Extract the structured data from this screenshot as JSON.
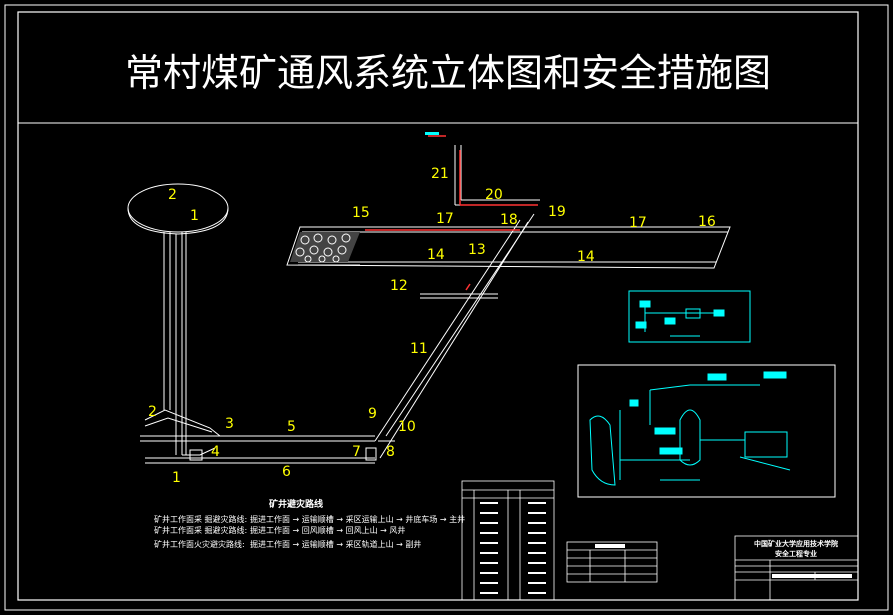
{
  "drawing": {
    "title": "常村煤矿通风系统立体图和安全措施图",
    "colors": {
      "background": "#000000",
      "frame": "#ffffff",
      "label": "#ffff00",
      "airway": "#ffffff",
      "fresh_air_line": "#ff3333",
      "cyan_detail": "#00ffff"
    },
    "node_labels": [
      "1",
      "2",
      "3",
      "4",
      "5",
      "6",
      "7",
      "8",
      "9",
      "10",
      "11",
      "12",
      "13",
      "14",
      "14",
      "15",
      "16",
      "17",
      "17",
      "18",
      "19",
      "20",
      "21",
      "2",
      "1"
    ],
    "escape_route": {
      "title": "矿井避灾路线",
      "rows": [
        [
          "矿井工作面采 掘避灾路线:",
          "掘进工作面 → 运输顺槽 → 采区运输上山 → 井底车场 → 主井"
        ],
        [
          "矿井工作面采 掘避灾路线:",
          "掘进工作面 → 回风顺槽 → 回风上山 → 风井"
        ],
        [
          "矿井工作面火灾避灾路线:",
          "掘进工作面 → 运输顺槽 → 采区轨道上山 → 副井"
        ]
      ]
    },
    "title_block": {
      "school": "中国矿业大学应用技术学院",
      "major": "安全工程专业"
    }
  }
}
